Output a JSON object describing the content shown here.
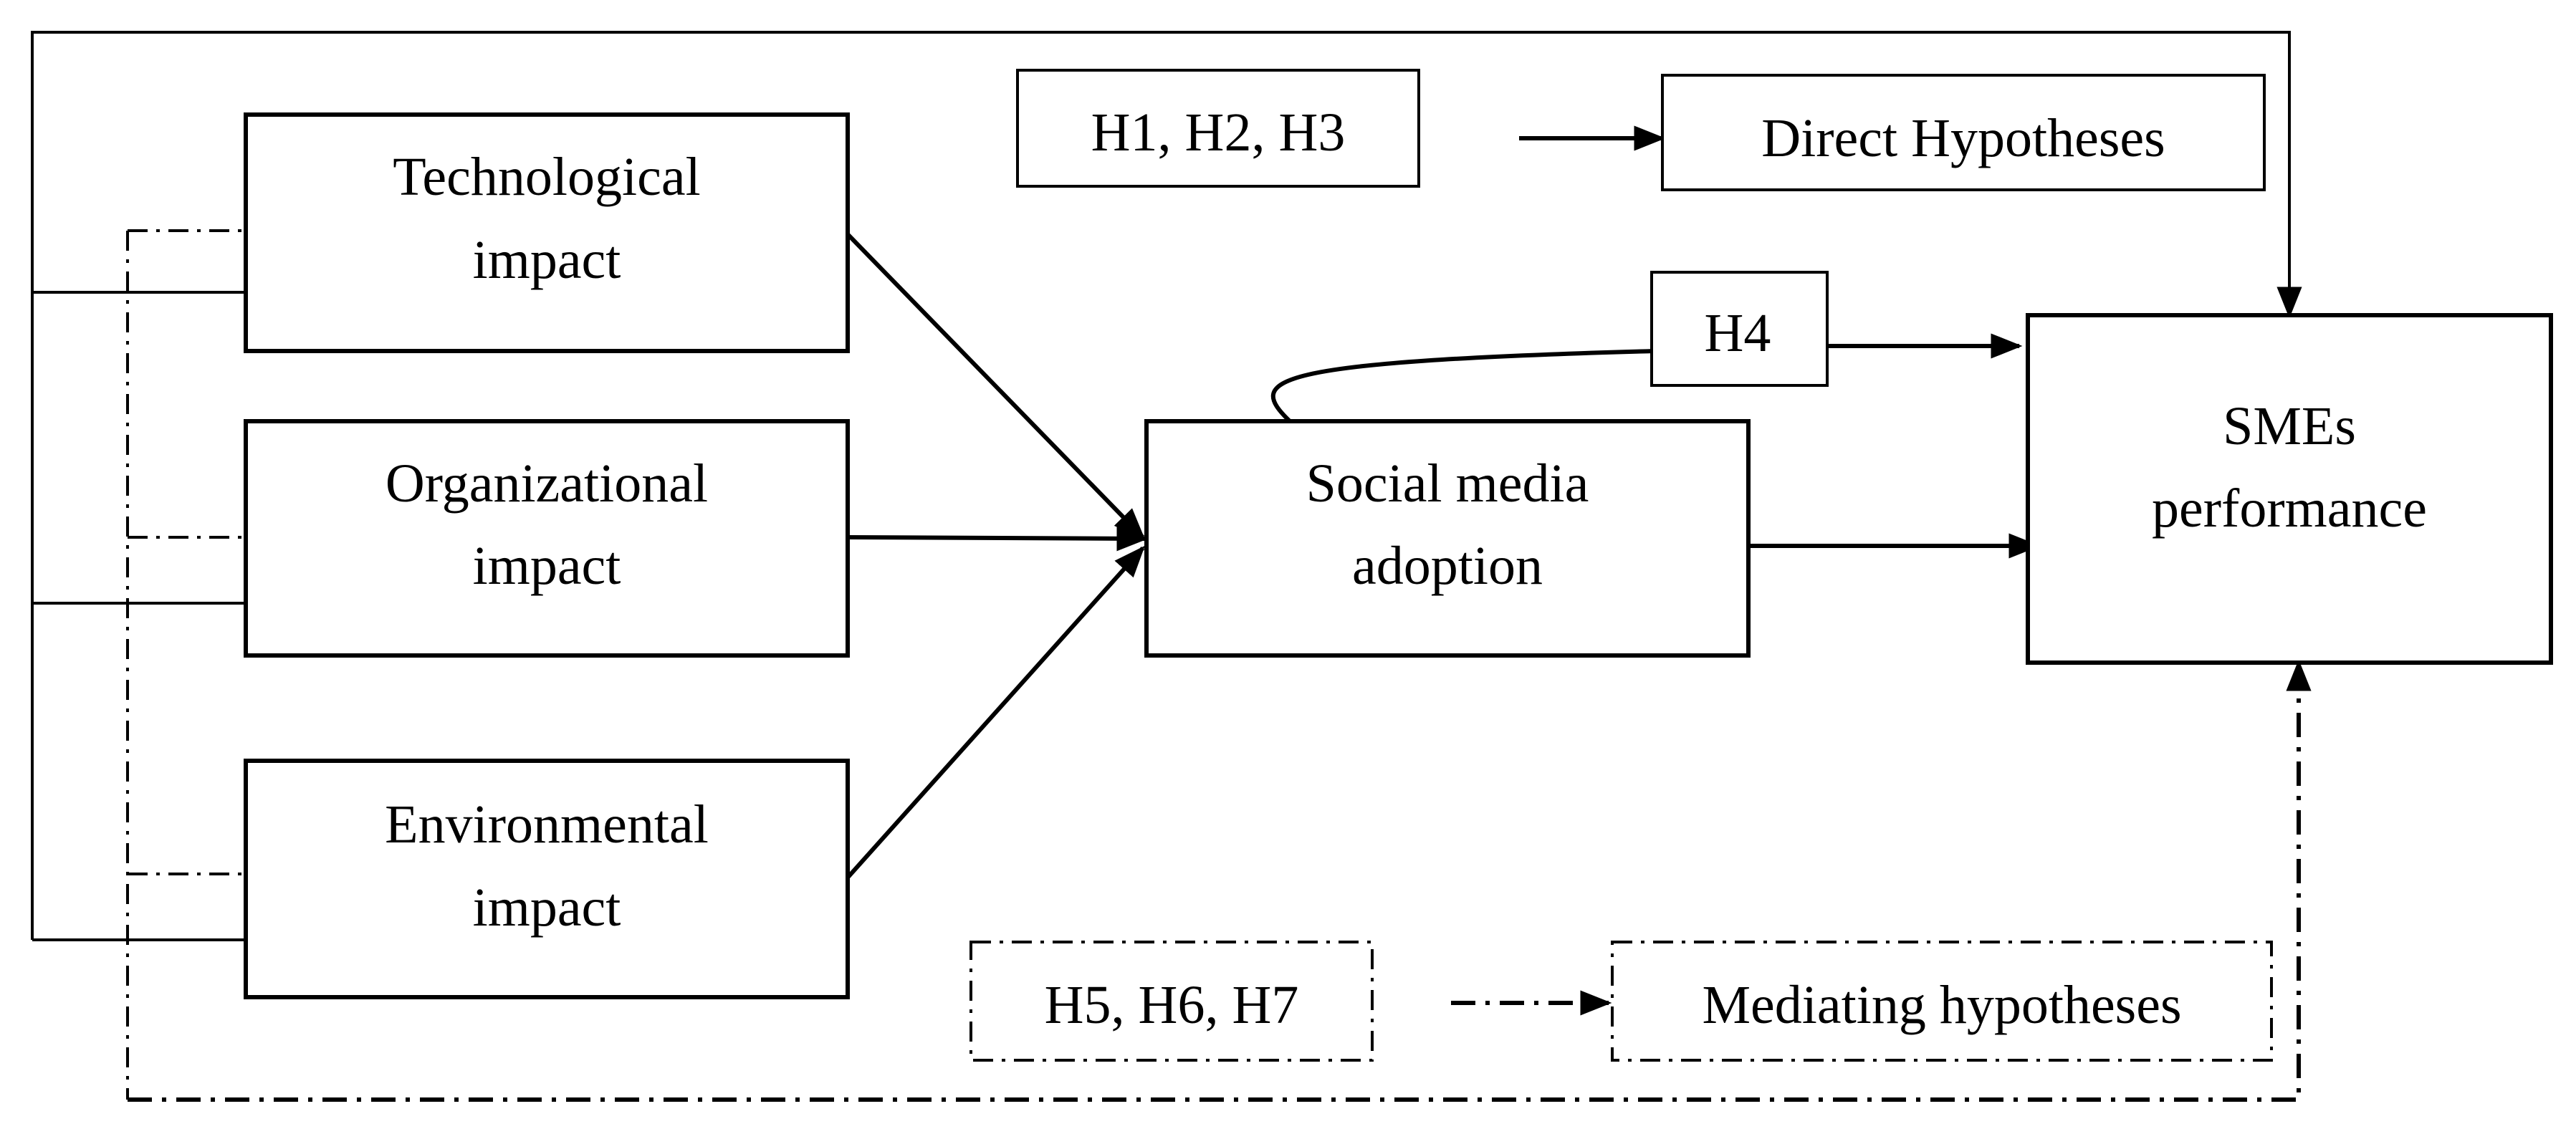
{
  "nodes": {
    "technological": {
      "line1": "Technological",
      "line2": "impact"
    },
    "organizational": {
      "line1": "Organizational",
      "line2": "impact"
    },
    "environmental": {
      "line1": "Environmental",
      "line2": "impact"
    },
    "social_media": {
      "line1": "Social media",
      "line2": "adoption"
    },
    "smes": {
      "line1": "SMEs",
      "line2": "performance"
    }
  },
  "labels": {
    "h4": "H4"
  },
  "legend": {
    "direct_codes": "H1, H2, H3",
    "direct_label": "Direct Hypotheses",
    "mediating_codes": "H5, H6, H7",
    "mediating_label": "Mediating hypotheses"
  }
}
